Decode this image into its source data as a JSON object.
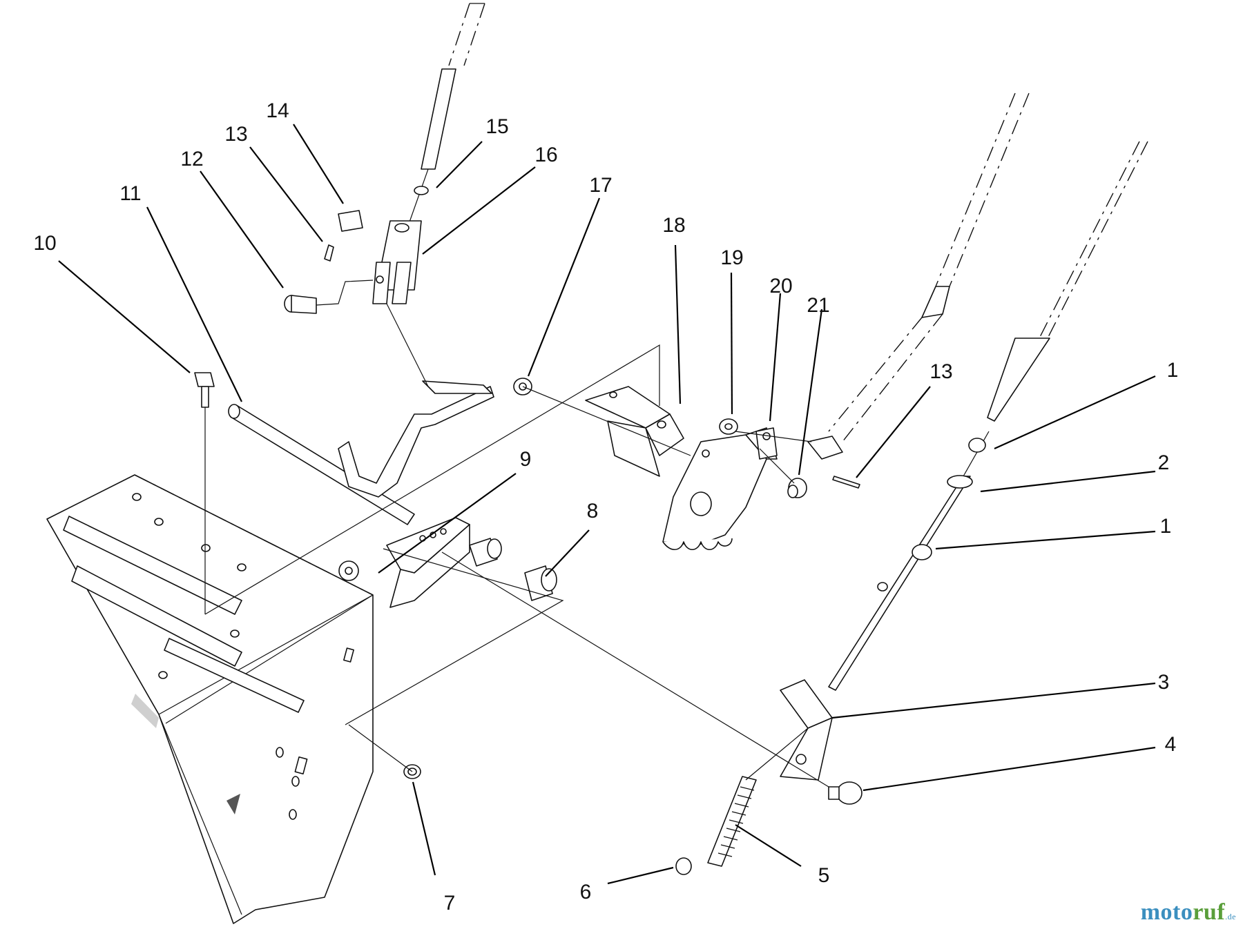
{
  "callouts": [
    {
      "id": "c1a",
      "text": "1"
    },
    {
      "id": "c2",
      "text": "2"
    },
    {
      "id": "c1b",
      "text": "1"
    },
    {
      "id": "c3",
      "text": "3"
    },
    {
      "id": "c4",
      "text": "4"
    },
    {
      "id": "c5",
      "text": "5"
    },
    {
      "id": "c6",
      "text": "6"
    },
    {
      "id": "c7",
      "text": "7"
    },
    {
      "id": "c8",
      "text": "8"
    },
    {
      "id": "c9",
      "text": "9"
    },
    {
      "id": "c10",
      "text": "10"
    },
    {
      "id": "c11",
      "text": "11"
    },
    {
      "id": "c12",
      "text": "12"
    },
    {
      "id": "c13a",
      "text": "13"
    },
    {
      "id": "c14",
      "text": "14"
    },
    {
      "id": "c15",
      "text": "15"
    },
    {
      "id": "c16",
      "text": "16"
    },
    {
      "id": "c17",
      "text": "17"
    },
    {
      "id": "c18",
      "text": "18"
    },
    {
      "id": "c19",
      "text": "19"
    },
    {
      "id": "c20",
      "text": "20"
    },
    {
      "id": "c21",
      "text": "21"
    },
    {
      "id": "c13b",
      "text": "13"
    }
  ],
  "watermark": {
    "part_a": "moto",
    "part_b": "ruf",
    "part_c": ".de"
  },
  "colors": {
    "watermark_blue": "#3b8fbf",
    "watermark_green": "#5a9e3a"
  }
}
